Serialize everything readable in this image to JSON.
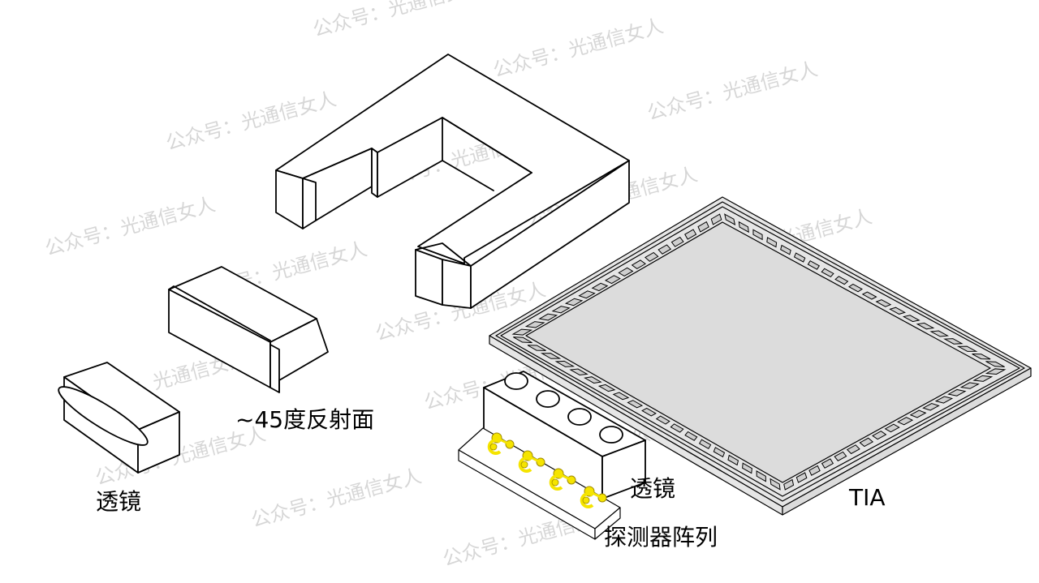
{
  "labels": {
    "lens_left": "透镜",
    "mirror": "~45度反射面",
    "lens_right": "透镜",
    "tia": "TIA",
    "detector": "探测器阵列"
  },
  "watermark": {
    "text": "公众号：光通信女人"
  },
  "colors": {
    "outline": "#000000",
    "face": "#ffffff",
    "chip": "#dcdcdc",
    "substrate": "#e6e6e6",
    "pad_fill": "#cfcfcf",
    "gold": "#f5e400",
    "gold_stroke": "#a08b00"
  }
}
